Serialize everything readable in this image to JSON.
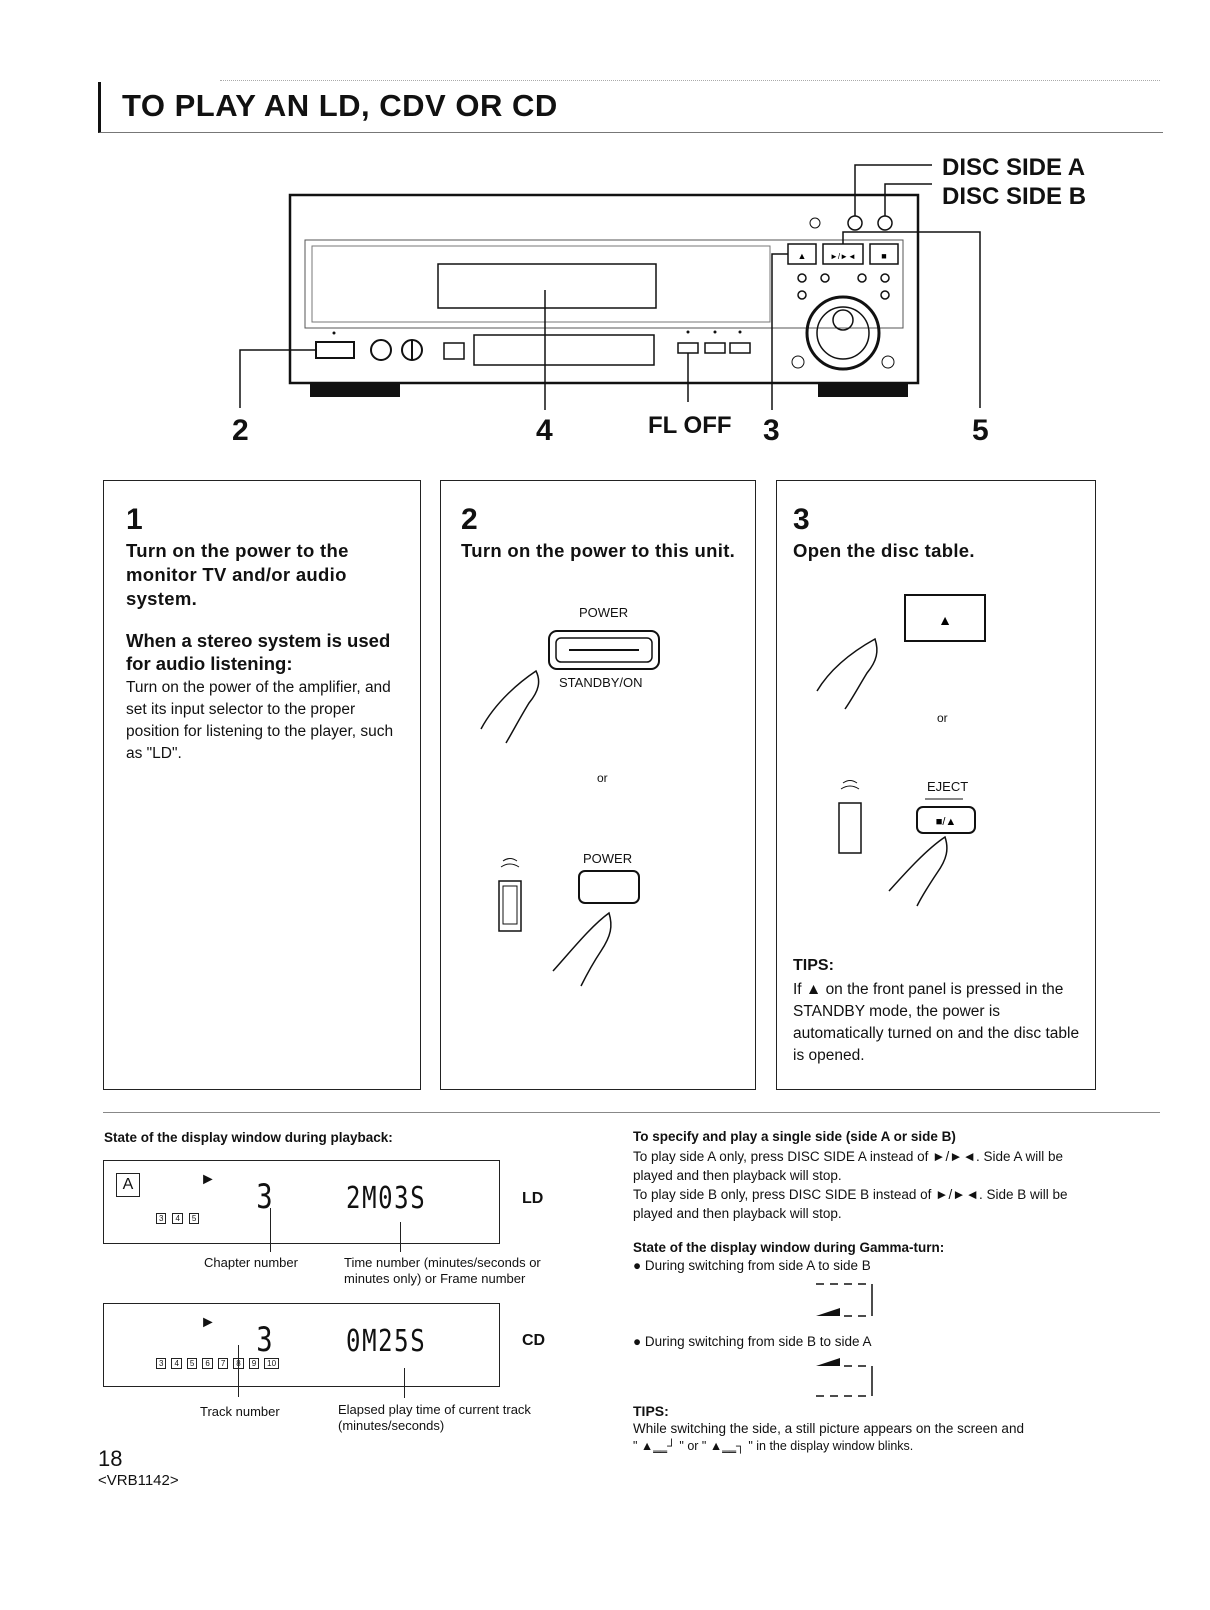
{
  "page": {
    "title": "TO PLAY AN LD, CDV OR CD",
    "page_number": "18",
    "doc_code": "<VRB1142>"
  },
  "diagram": {
    "callouts": {
      "disc_side_a": "DISC SIDE A",
      "disc_side_b": "DISC SIDE B",
      "fl_off": "FL OFF",
      "n2": "2",
      "n4": "4",
      "n3": "3",
      "n5": "5"
    }
  },
  "steps": [
    {
      "number": "1",
      "heading": "Turn on the power to the monitor TV and/or audio system.",
      "subheading": "When a stereo system is used for audio listening:",
      "body": "Turn on the power of the amplifier, and set its input selector to the proper position for listening to the player, such as \"LD\"."
    },
    {
      "number": "2",
      "heading": "Turn on the power to this unit.",
      "labels": {
        "power_top": "POWER",
        "standby_on": "STANDBY/ON",
        "or": "or",
        "power_remote": "POWER"
      }
    },
    {
      "number": "3",
      "heading": "Open the disc table.",
      "labels": {
        "or": "or",
        "eject": "EJECT"
      },
      "tips_title": "TIPS:",
      "tips_body": "If ▲ on the front panel is pressed in the STANDBY mode, the power is automatically turned on and the disc table is opened."
    }
  ],
  "display_section": {
    "heading": "State of the display window during playback:",
    "ld": {
      "tag": "LD",
      "side": "A",
      "chapter_digit": "3",
      "time_readout": "2M03S",
      "caption_chapter": "Chapter number",
      "caption_time": "Time number (minutes/seconds or minutes only) or Frame number",
      "chapter_indicators": [
        "3",
        "4",
        "5"
      ]
    },
    "cd": {
      "tag": "CD",
      "track_digit": "3",
      "time_readout": "0M25S",
      "caption_track": "Track number",
      "caption_time": "Elapsed play time of current track (minutes/seconds)",
      "track_indicators": [
        "3",
        "4",
        "5",
        "6",
        "7",
        "8",
        "9",
        "10"
      ]
    }
  },
  "side_section": {
    "heading": "To specify and play a single side (side A or side B)",
    "para_a": "To play side A only, press DISC SIDE A instead of ►/►◄. Side A will be played and then playback will stop.",
    "para_b": "To play side B only, press DISC SIDE B instead of ►/►◄. Side B will be played and then playback will stop.",
    "gamma_heading": "State of the display window during Gamma-turn:",
    "gamma_a_to_b": "During switching from side A to side B",
    "gamma_b_to_a": "During switching from side B to side A",
    "tips_title": "TIPS:",
    "tips_line1": "While switching the side, a still picture appears on the screen and",
    "tips_line2": "\" ▲‗‗┘ \" or \" ▲‗‗┐ \" in the display window blinks."
  }
}
